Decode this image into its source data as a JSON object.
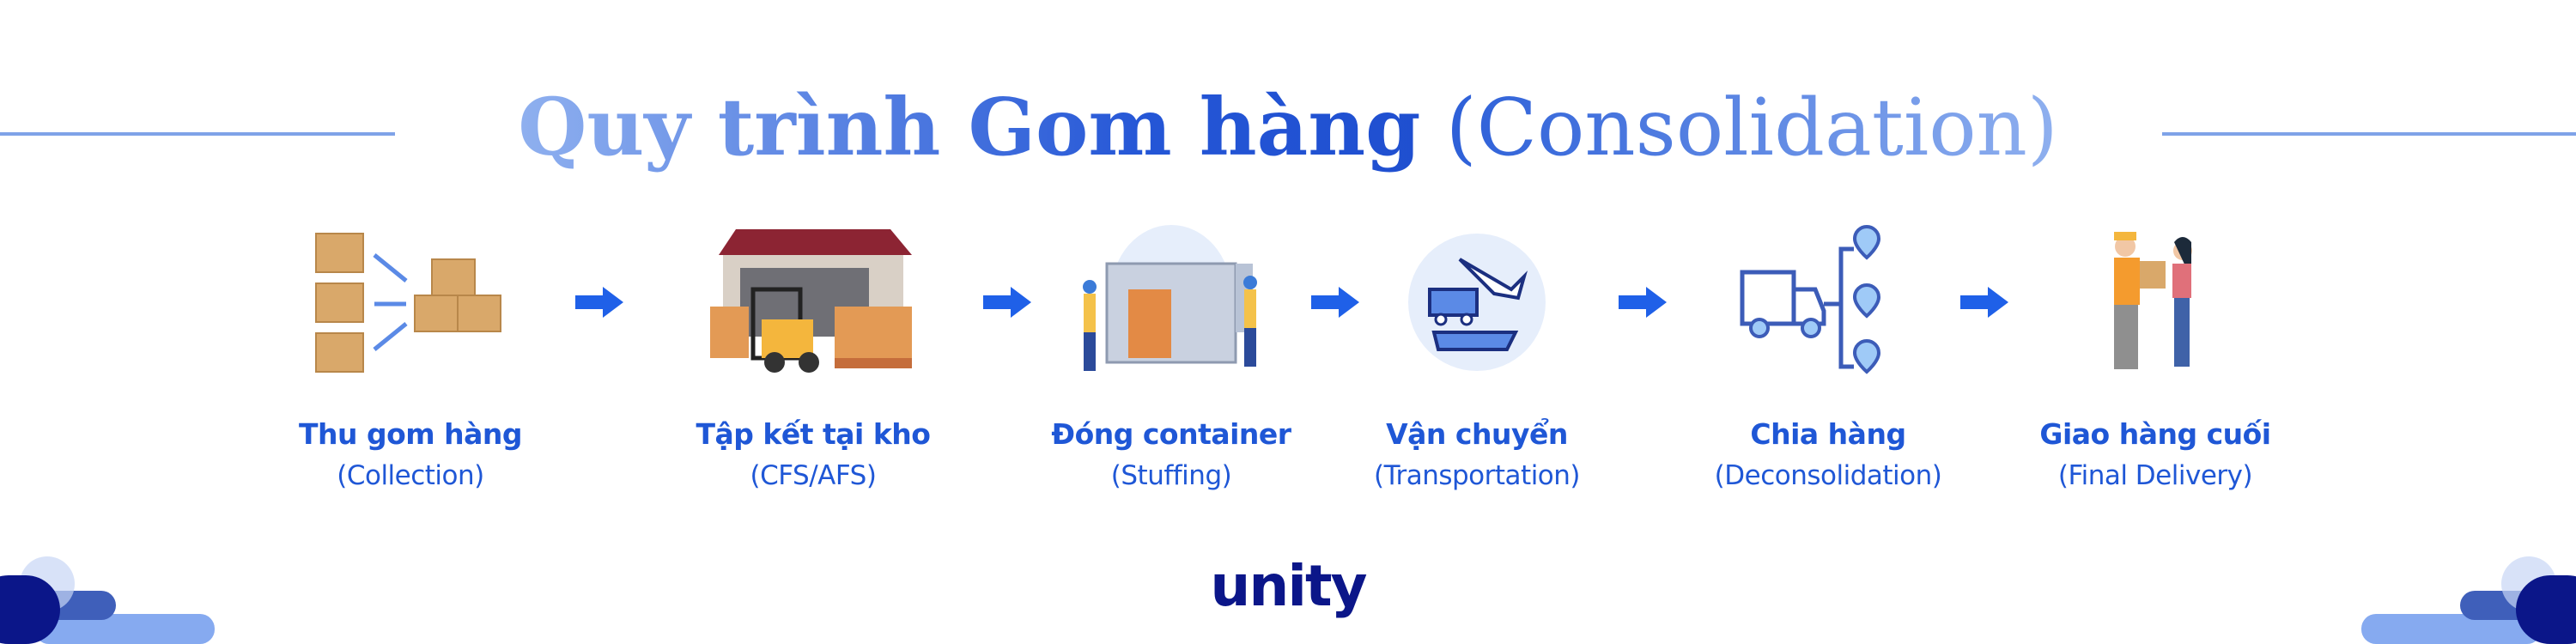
{
  "title": {
    "bold": "Quy trình Gom hàng",
    "regular": "(Consolidation)"
  },
  "steps": [
    {
      "label": "Thu gom hàng",
      "sub": "(Collection)",
      "icon": "boxes-collection-icon"
    },
    {
      "label": "Tập kết tại kho",
      "sub": "(CFS/AFS)",
      "icon": "warehouse-forklift-icon"
    },
    {
      "label": "Đóng container",
      "sub": "(Stuffing)",
      "icon": "container-loading-icon"
    },
    {
      "label": "Vận chuyển",
      "sub": "(Transportation)",
      "icon": "multimodal-transport-icon"
    },
    {
      "label": "Chia hàng",
      "sub": "(Deconsolidation)",
      "icon": "truck-distribution-icon"
    },
    {
      "label": "Giao hàng cuối",
      "sub": "(Final Delivery)",
      "icon": "package-handover-icon"
    }
  ],
  "logo": "unity",
  "colors": {
    "accent": "#1f57d6",
    "navy": "#0b1689",
    "light": "#8fb0ef"
  }
}
